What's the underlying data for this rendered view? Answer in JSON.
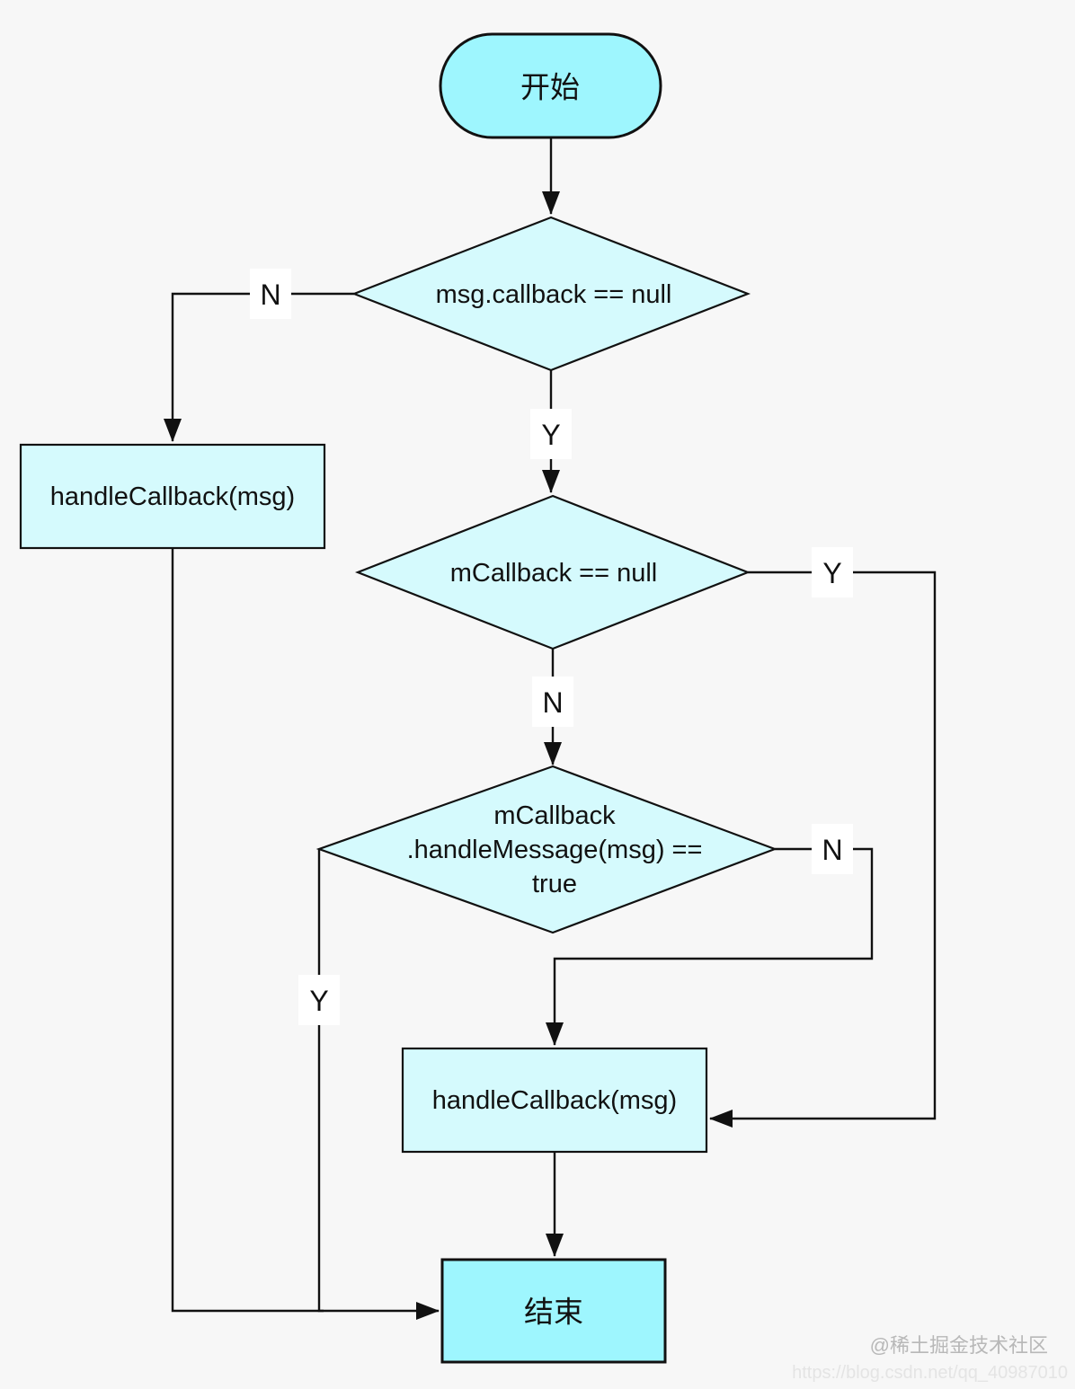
{
  "colors": {
    "page_bg": "#f7f7f7",
    "terminal_fill": "#9ef6fe",
    "process_fill": "#d5fafd",
    "shape_stroke": "#111111",
    "edge_stroke": "#111111",
    "label_bg": "#ffffff",
    "text_color": "#111111",
    "watermark1_color": "#b8b8b8",
    "watermark2_color": "#e4e4e4"
  },
  "nodes": {
    "start": {
      "label": "开始"
    },
    "decision_msg_callback": {
      "label": "msg.callback == null"
    },
    "process_left": {
      "label": "handleCallback(msg)"
    },
    "decision_mcallback": {
      "label": "mCallback == null"
    },
    "decision_handle_message": {
      "line1": "mCallback",
      "line2": ".handleMessage(msg) ==",
      "line3": "true"
    },
    "process_main": {
      "label": "handleCallback(msg)"
    },
    "end": {
      "label": "结束"
    }
  },
  "edge_labels": {
    "decision1_no": "N",
    "decision1_yes": "Y",
    "decision2_yes": "Y",
    "decision2_no": "N",
    "decision3_no": "N",
    "decision3_yes": "Y"
  },
  "watermark": {
    "community": "@稀土掘金技术社区",
    "url": "https://blog.csdn.net/qq_40987010"
  }
}
